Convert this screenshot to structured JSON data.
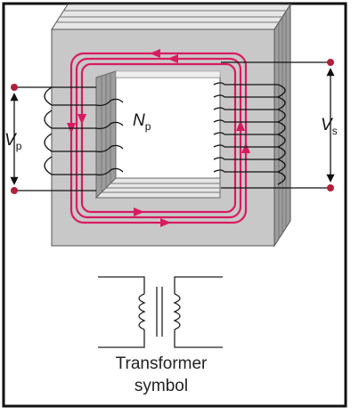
{
  "diagram": {
    "labels": {
      "primary_voltage": {
        "main": "V",
        "sub": "p"
      },
      "primary_turns": {
        "main": "N",
        "sub": "p"
      },
      "secondary_voltage": {
        "main": "V",
        "sub": "s"
      }
    },
    "symbol_caption": [
      "Transformer",
      "symbol"
    ]
  },
  "colors": {
    "core_face": "#c8c8c8",
    "core_side": "#9d9d9d",
    "core_top": "#e6e6e6",
    "flux_lines": "#d81b60",
    "terminals": "#b0203a",
    "wire": "#111111"
  }
}
